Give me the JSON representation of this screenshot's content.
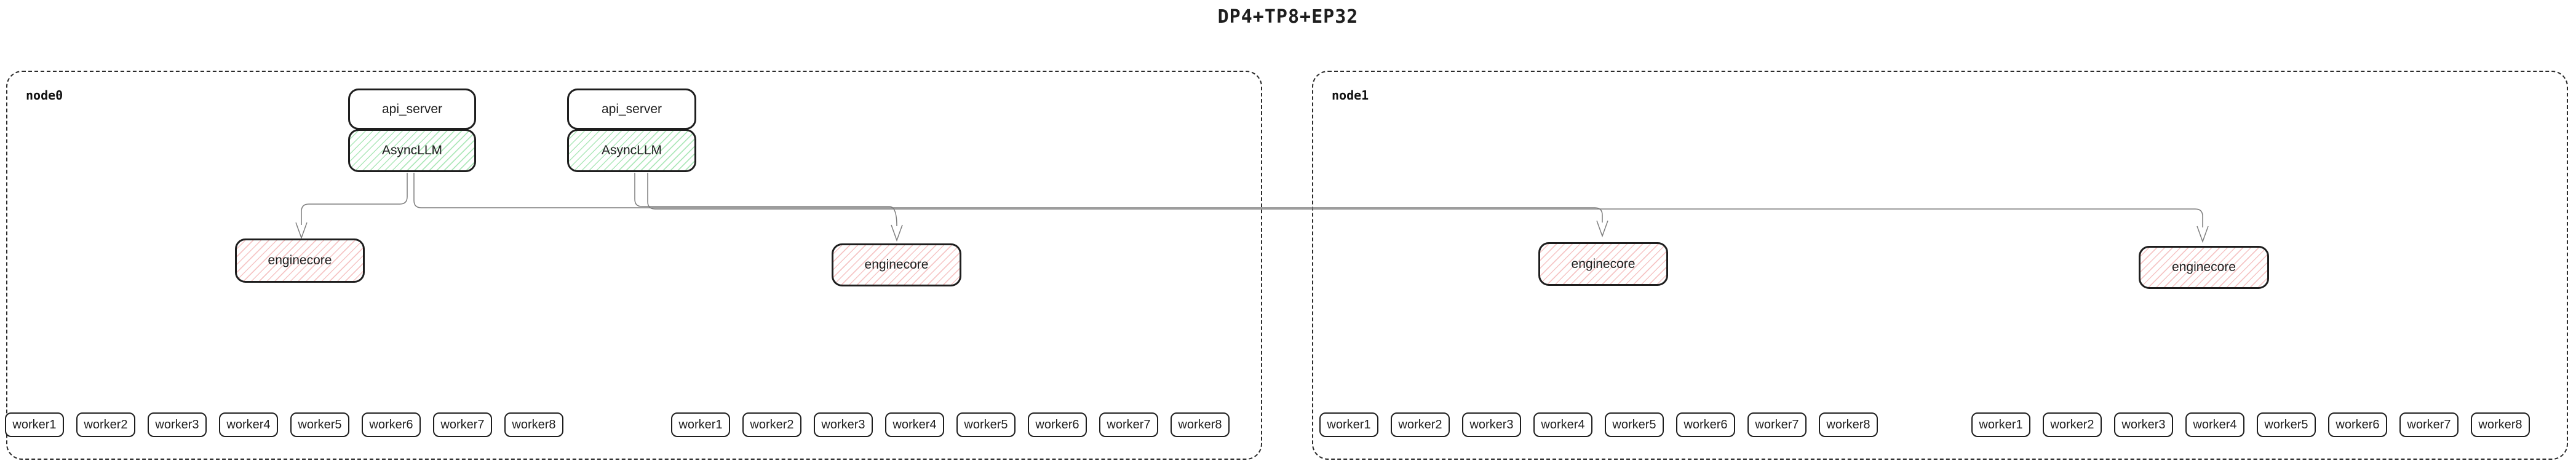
{
  "title": "DP4+TP8+EP32",
  "colors": {
    "border": "#1e1e1e",
    "connector": "#7d7d7d",
    "asyncllm_hatch_green": "#aee8ba",
    "enginecore_hatch_red": "#f6c5c5",
    "background": "#ffffff"
  },
  "nodes": [
    {
      "label": "node0",
      "api_pairs": [
        {
          "top": "api_server",
          "bottom": "AsyncLLM"
        },
        {
          "top": "api_server",
          "bottom": "AsyncLLM"
        }
      ],
      "enginecores": [
        "enginecore",
        "enginecore"
      ],
      "worker_groups": [
        [
          "worker1",
          "worker2",
          "worker3",
          "worker4",
          "worker5",
          "worker6",
          "worker7",
          "worker8"
        ],
        [
          "worker1",
          "worker2",
          "worker3",
          "worker4",
          "worker5",
          "worker6",
          "worker7",
          "worker8"
        ]
      ]
    },
    {
      "label": "node1",
      "api_pairs": [],
      "enginecores": [
        "enginecore",
        "enginecore"
      ],
      "worker_groups": [
        [
          "worker1",
          "worker2",
          "worker3",
          "worker4",
          "worker5",
          "worker6",
          "worker7",
          "worker8"
        ],
        [
          "worker1",
          "worker2",
          "worker3",
          "worker4",
          "worker5",
          "worker6",
          "worker7",
          "worker8"
        ]
      ]
    }
  ]
}
